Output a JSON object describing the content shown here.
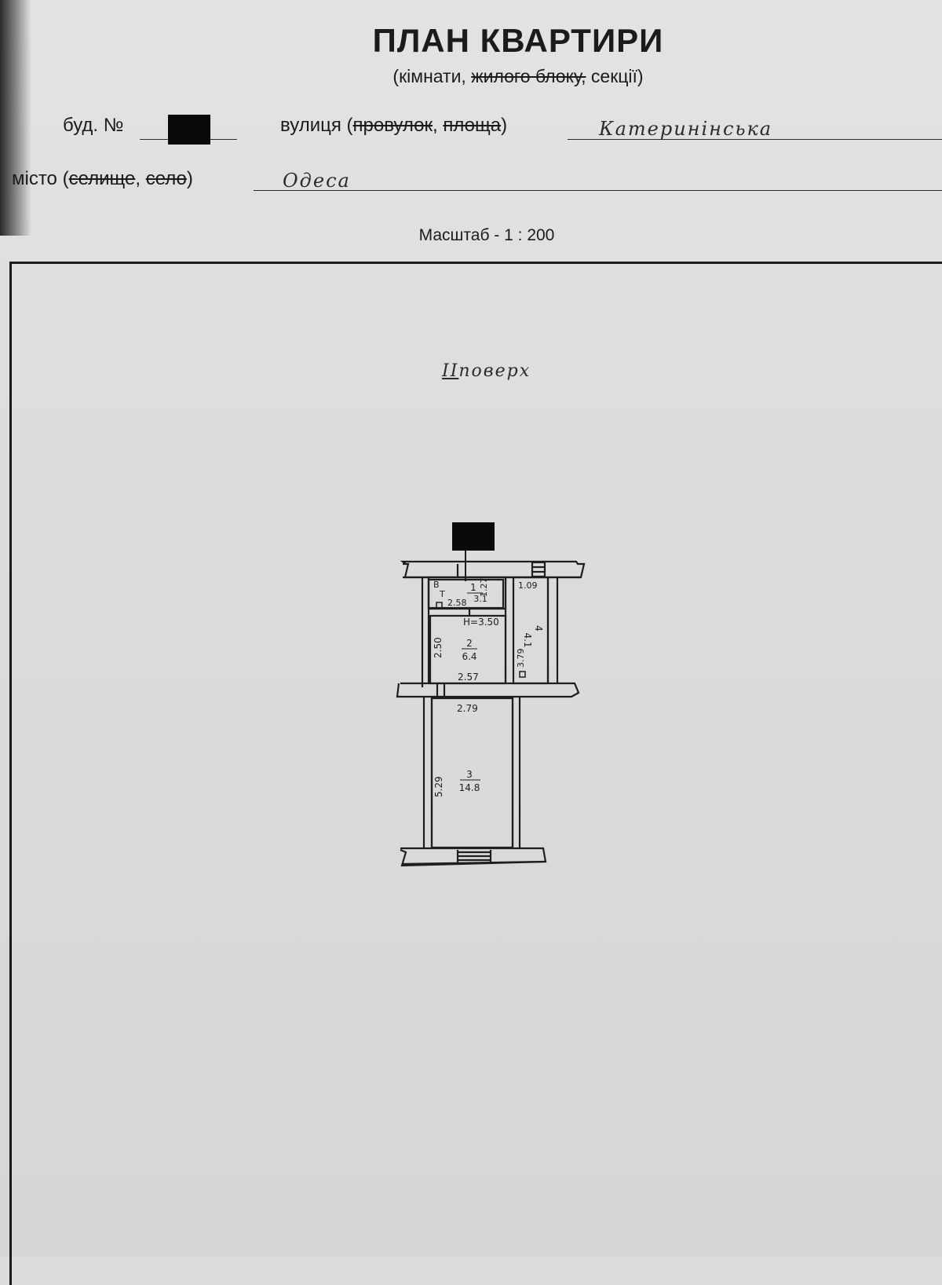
{
  "header": {
    "title": "ПЛАН КВАРТИРИ",
    "subtitle_open": "(",
    "subtitle_a": "кімнати, ",
    "subtitle_b": "жилого блоку,",
    "subtitle_c": " секції)",
    "building_label": "буд. №",
    "street_label": "вулиця (",
    "street_struck1": "провулок",
    "street_sep": ", ",
    "street_struck2": "площа",
    "street_close": ")",
    "street_value": "Катеринінська",
    "city_label": "місто (",
    "city_struck1": "селище",
    "city_sep": ", ",
    "city_struck2": "село",
    "city_close": ")",
    "city_value": "Одеса",
    "scale": "Масштаб - 1 : 200"
  },
  "plan": {
    "floor_roman": "II",
    "floor_word": "поверх",
    "rooms": [
      {
        "num": "1",
        "area": "3.1"
      },
      {
        "num": "2",
        "area": "6.4"
      },
      {
        "num": "3",
        "area": "14.8"
      },
      {
        "num": "4",
        "area": "4.1"
      }
    ],
    "dims": {
      "r1_width": "2.58",
      "r1_height": "1.27",
      "ceiling": "H=3.50",
      "r2_height": "2.50",
      "r2_width": "2.57",
      "r3_width": "2.79",
      "r3_length": "5.29",
      "r4_width": "1.09",
      "r4_length": "3.79"
    },
    "marks": {
      "bath_letter": "В",
      "bath_sub": "Т"
    }
  }
}
